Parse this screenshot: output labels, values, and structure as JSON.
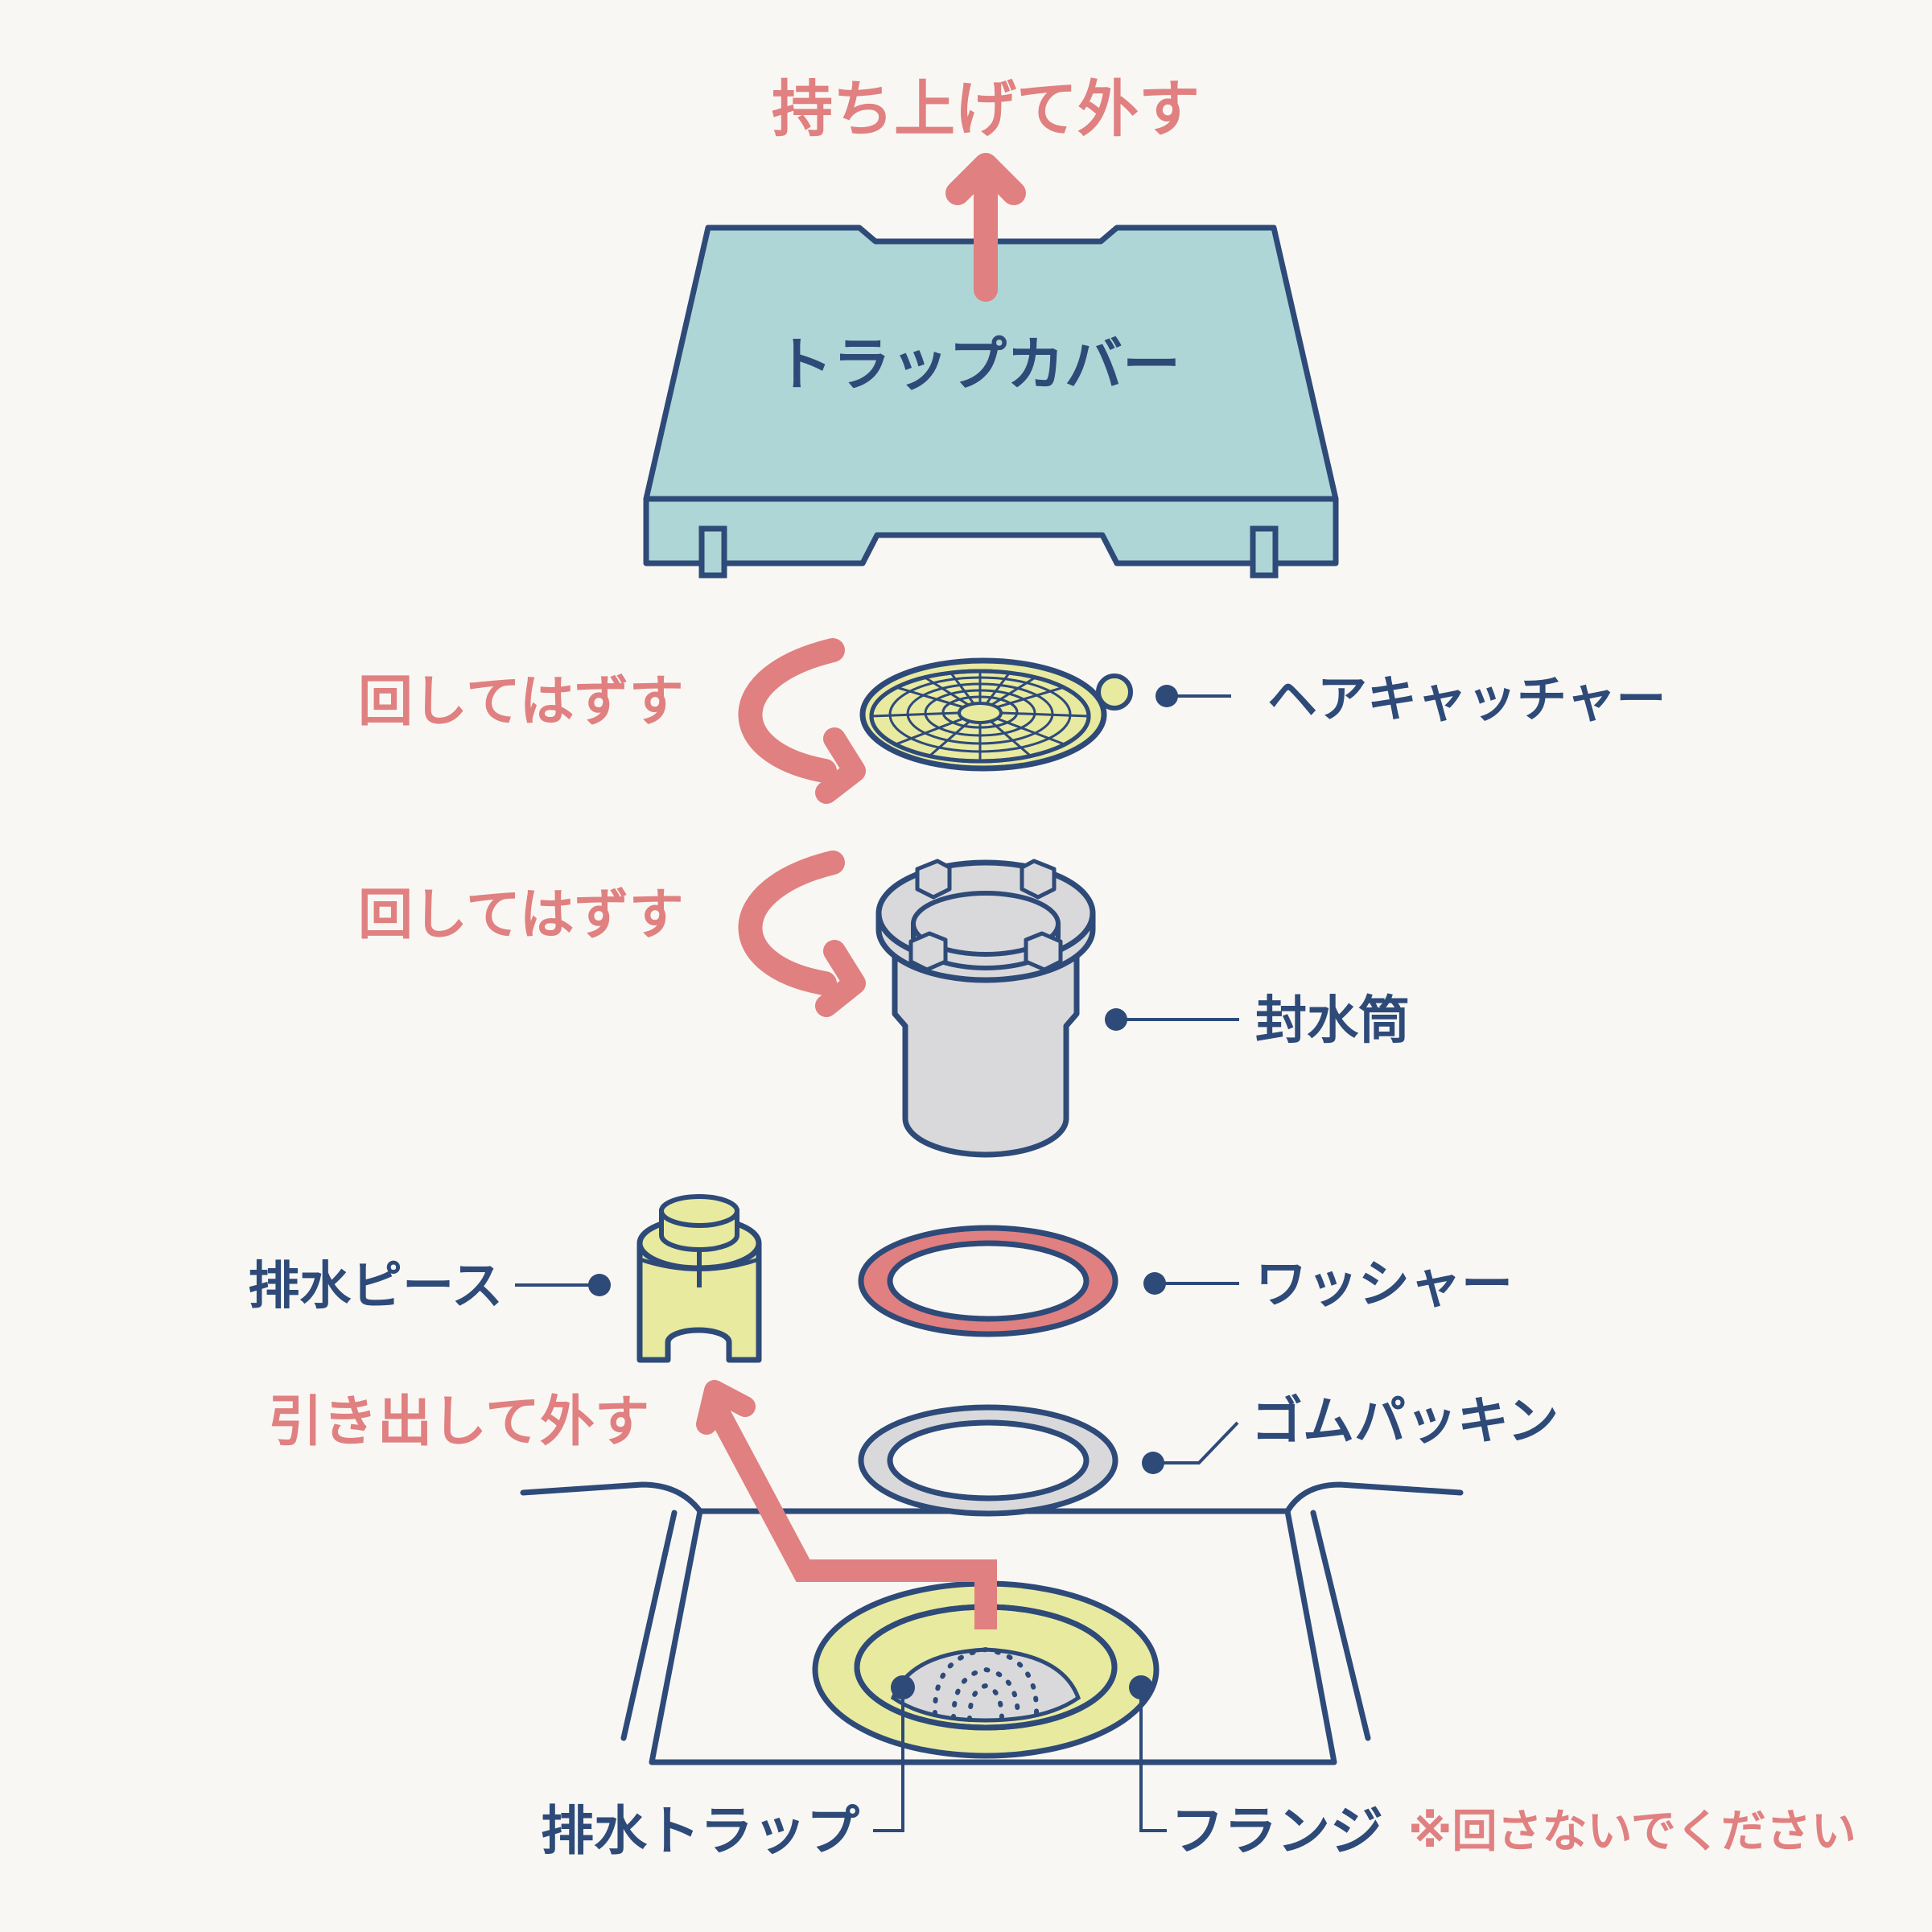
{
  "colors": {
    "background": "#f9f7f4",
    "outline": "#2e4a78",
    "accent": "#e08080",
    "cover_fill": "#aed6d6",
    "yellow_fill": "#e8eaa0",
    "gray_fill": "#d9d9db"
  },
  "instructions": {
    "lift": "持ち上げて外す",
    "rotate_1": "回してはずす",
    "rotate_2": "回してはずす",
    "pull": "引き出して外す"
  },
  "parts": {
    "trap_cover": "トラップカバー",
    "hair_catcher": "ヘアキャッチャー",
    "seal_tube": "封水筒",
    "drain_piece": "排水ピース",
    "washer": "ワッシャー",
    "rubber_packing": "ゴムパッキン",
    "drain_trap": "排水トラップ",
    "flange": "フランジ"
  },
  "notes": {
    "do_not_rotate": "※回さないでください"
  }
}
